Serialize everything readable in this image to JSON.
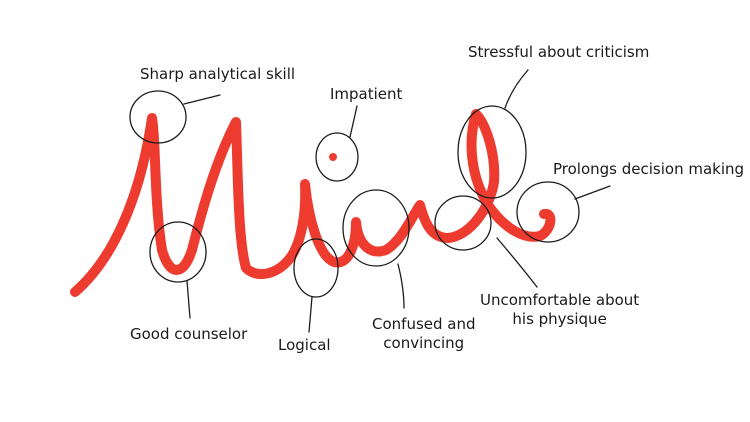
{
  "handwriting": {
    "word": "Mind",
    "ink_color": "#ee3b2f"
  },
  "annotations": {
    "sharp_analytical_skill": "Sharp analytical skill",
    "impatient": "Impatient",
    "stressful_about_criticism": "Stressful about criticism",
    "prolongs_decision_making": "Prolongs decision making",
    "good_counselor": "Good counselor",
    "logical": "Logical",
    "confused_and_convincing": [
      "Confused and",
      "convincing"
    ],
    "uncomfortable_about_physique": [
      "Uncomfortable about",
      "his physique"
    ]
  }
}
